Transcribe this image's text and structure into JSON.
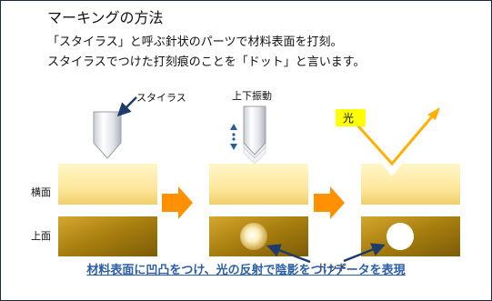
{
  "title": "マーキングの方法",
  "description_lines": [
    "「スタイラス」と呼ぶ針状のパーツで材料表面を打刻。",
    "スタイラスでつけた打刻痕のことを「ドット」と言います。"
  ],
  "labels": {
    "stylus": "スタイラス",
    "vibration": "上下振動",
    "light": "光",
    "side_view": "横面",
    "top_view": "上面",
    "dot": "ドット"
  },
  "footer": "材料表面に凹凸をつけ、光の反射で陰影をつけデータを表現",
  "colors": {
    "arrow_orange": "#ff9000",
    "light_yellow": "#ffff00",
    "light_beam": "#ffb000",
    "arrow_navy": "#1d3b6b",
    "footer_blue": "#2b5fa8",
    "gold_dark": "#a67d0e",
    "cream": "#fde79c"
  }
}
